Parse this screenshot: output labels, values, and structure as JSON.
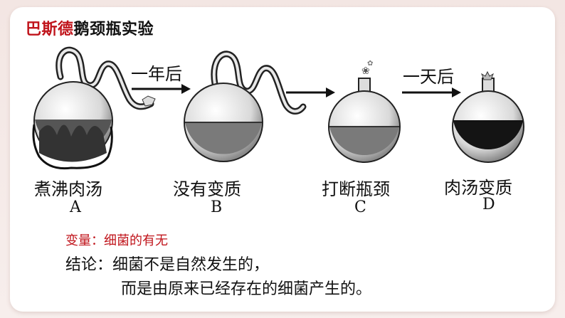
{
  "title": {
    "highlight": "巴斯德",
    "rest": "鹅颈瓶实验"
  },
  "arrows": {
    "first": "一年后",
    "third": "一天后"
  },
  "stages": [
    {
      "caption": "煮沸肉汤",
      "letter": "A"
    },
    {
      "caption": "没有变质",
      "letter": "B"
    },
    {
      "caption": "打断瓶颈",
      "letter": "C"
    },
    {
      "caption": "肉汤变质",
      "letter": "D"
    }
  ],
  "variable": {
    "label": "变量：",
    "value": "细菌的有无"
  },
  "conclusion": {
    "label": "结论：",
    "line1": "细菌不是自然发生的，",
    "line2": "而是由原来已经存在的细菌产生的。"
  }
}
